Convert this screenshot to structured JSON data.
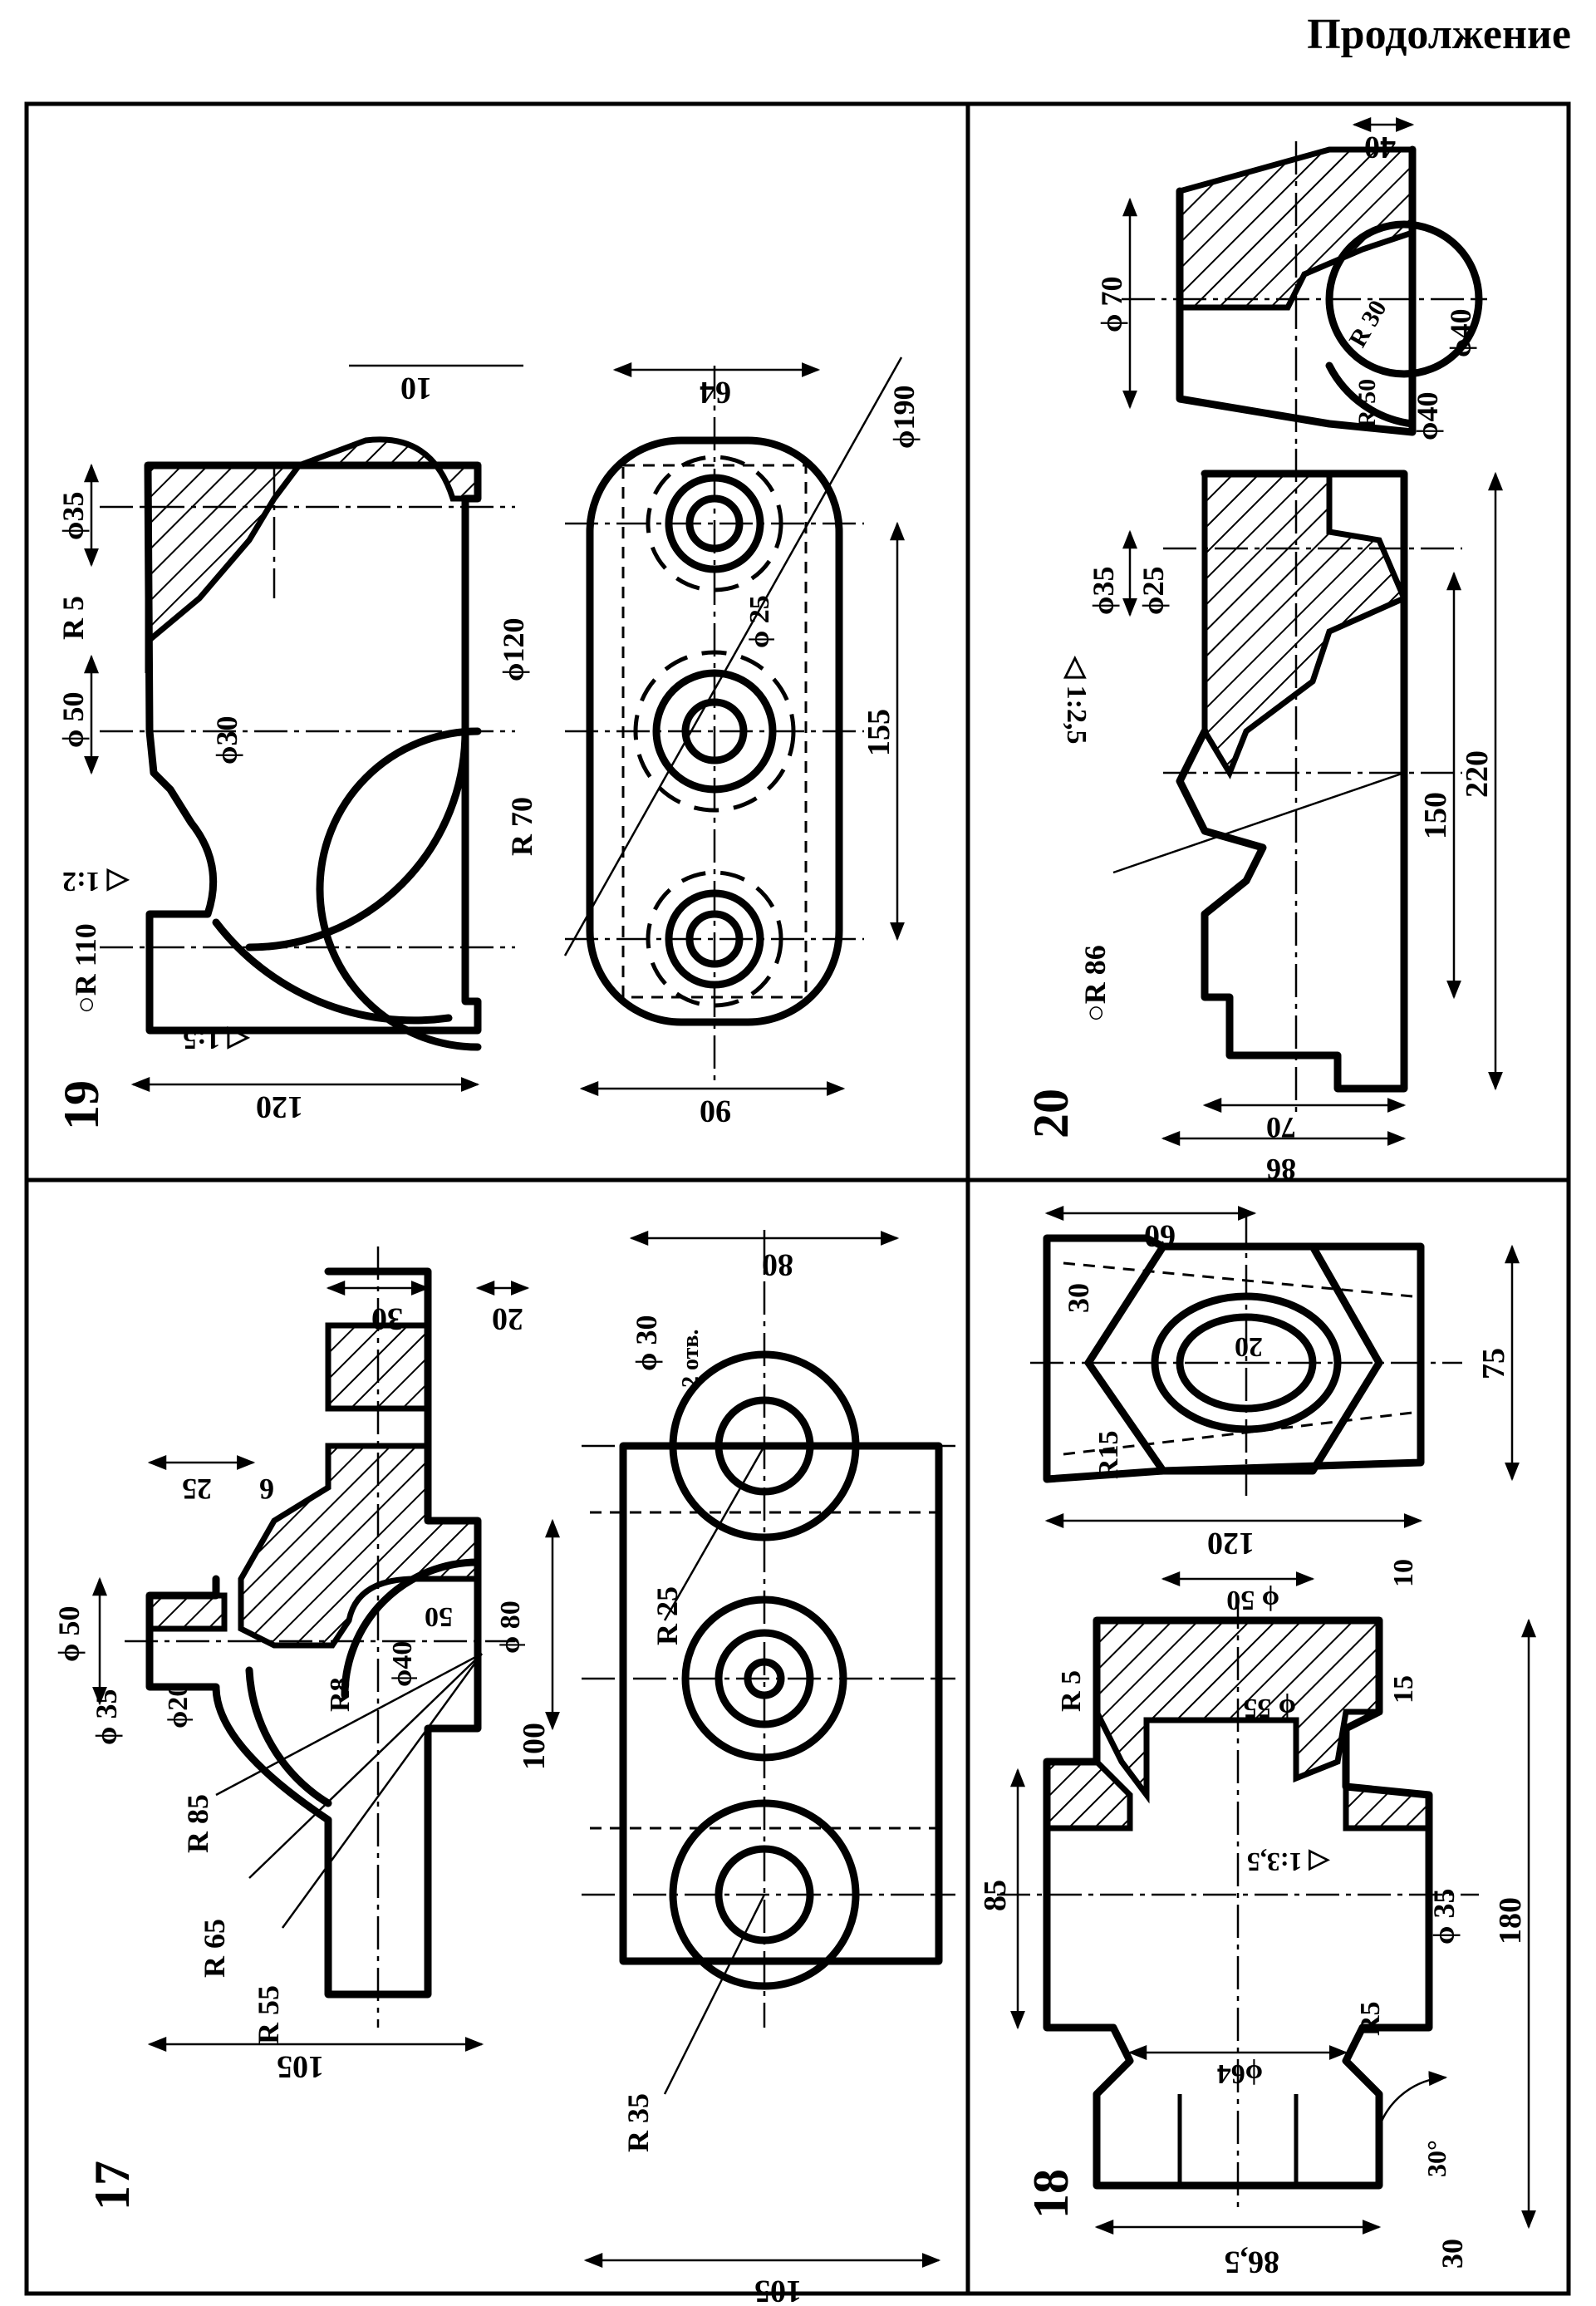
{
  "header": {
    "title": "Продолжение"
  },
  "panels": {
    "p19": {
      "number": "19",
      "dims": [
        "120",
        "10",
        "90",
        "64",
        "155",
        "ϕ35",
        "R 5",
        "ϕ 50",
        "ϕ30",
        "ϕ120",
        "R 70",
        "ϕ190",
        "ϕ 25",
        "◁ 1:2",
        "◁ 1:5",
        "○R 110"
      ]
    },
    "p20": {
      "number": "20",
      "dims": [
        "40",
        "ϕ 70",
        "R 30",
        "R 50",
        "ϕ40",
        "ϕ40",
        "ϕ35",
        "ϕ25",
        "◁ 1:2,5",
        "220",
        "150",
        "○R 86",
        "70",
        "86"
      ]
    },
    "p17": {
      "number": "17",
      "dims": [
        "30",
        "20",
        "25",
        "6",
        "ϕ 50",
        "ϕ 35",
        "ϕ20",
        "R8",
        "ϕ40",
        "50",
        "ϕ 80",
        "100",
        "R 85",
        "R 65",
        "R 55",
        "105",
        "ϕ 30",
        "2 отв.",
        "80",
        "R 25",
        "R 35",
        "105"
      ]
    },
    "p18": {
      "number": "18",
      "dims": [
        "60",
        "30",
        "20",
        "75",
        "R15",
        "120",
        "10",
        "ϕ 50",
        "ϕ 55",
        "15",
        "R 5",
        "◁ 1:3,5",
        "85",
        "ϕ 35",
        "180",
        "ϕ64",
        "R5",
        "30°",
        "30",
        "86,5"
      ]
    }
  }
}
